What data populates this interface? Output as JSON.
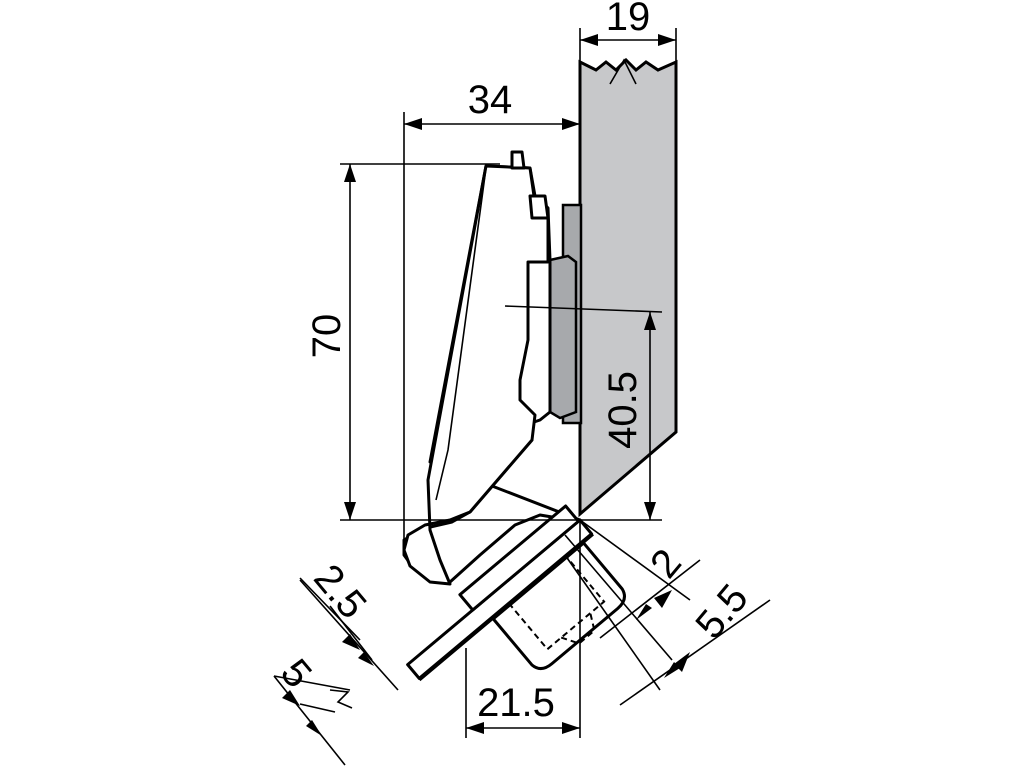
{
  "diagram": {
    "dimensions": {
      "panel_thickness": "19",
      "overlay_width": "34",
      "cup_height": "70",
      "mounting_height": "40.5",
      "plate_gap": "2",
      "plate_offset": "5.5",
      "arm_offset_small": "2.5",
      "arm_offset_large": "5",
      "cup_depth": "21.5"
    },
    "colors": {
      "panel_fill": "#c7c8ca",
      "plate_fill": "#a7a9ac",
      "line": "#000000"
    }
  }
}
